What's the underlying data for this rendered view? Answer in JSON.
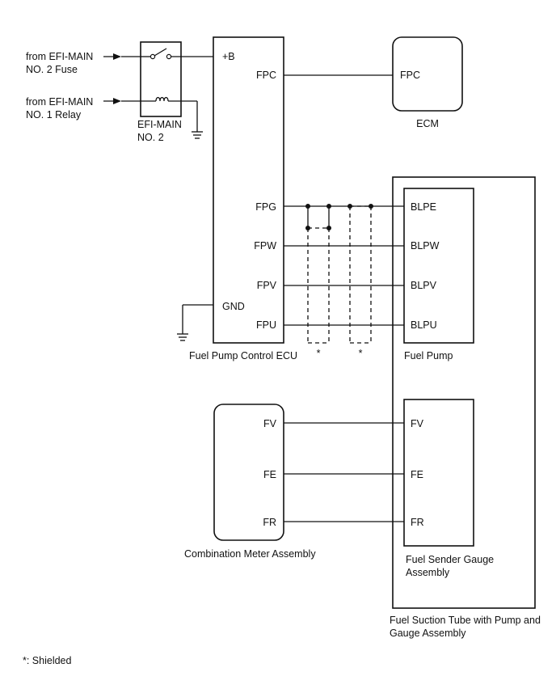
{
  "sources": {
    "fuse_line1": "from EFI-MAIN",
    "fuse_line2": "NO. 2 Fuse",
    "relay_line1": "from EFI-MAIN",
    "relay_line2": "NO. 1 Relay"
  },
  "relay": {
    "name_line1": "EFI-MAIN",
    "name_line2": "NO. 2"
  },
  "ecu": {
    "name": "Fuel Pump Control ECU",
    "pins": {
      "b": "+B",
      "fpc": "FPC",
      "fpg": "FPG",
      "fpw": "FPW",
      "fpv": "FPV",
      "gnd": "GND",
      "fpu": "FPU"
    }
  },
  "ecm": {
    "name": "ECM",
    "pin": "FPC"
  },
  "fuel_pump": {
    "name": "Fuel Pump",
    "pins": {
      "blpe": "BLPE",
      "blpw": "BLPW",
      "blpv": "BLPV",
      "blpu": "BLPU"
    }
  },
  "shield_marks": [
    "*",
    "*"
  ],
  "meter": {
    "name": "Combination Meter Assembly",
    "pins": {
      "fv": "FV",
      "fe": "FE",
      "fr": "FR"
    }
  },
  "gauge": {
    "name_line1": "Fuel Sender Gauge",
    "name_line2": "Assembly",
    "pins": {
      "fv": "FV",
      "fe": "FE",
      "fr": "FR"
    }
  },
  "suction_tube": {
    "name_line1": "Fuel Suction Tube with Pump and",
    "name_line2": "Gauge Assembly"
  },
  "footnote": "*: Shielded"
}
